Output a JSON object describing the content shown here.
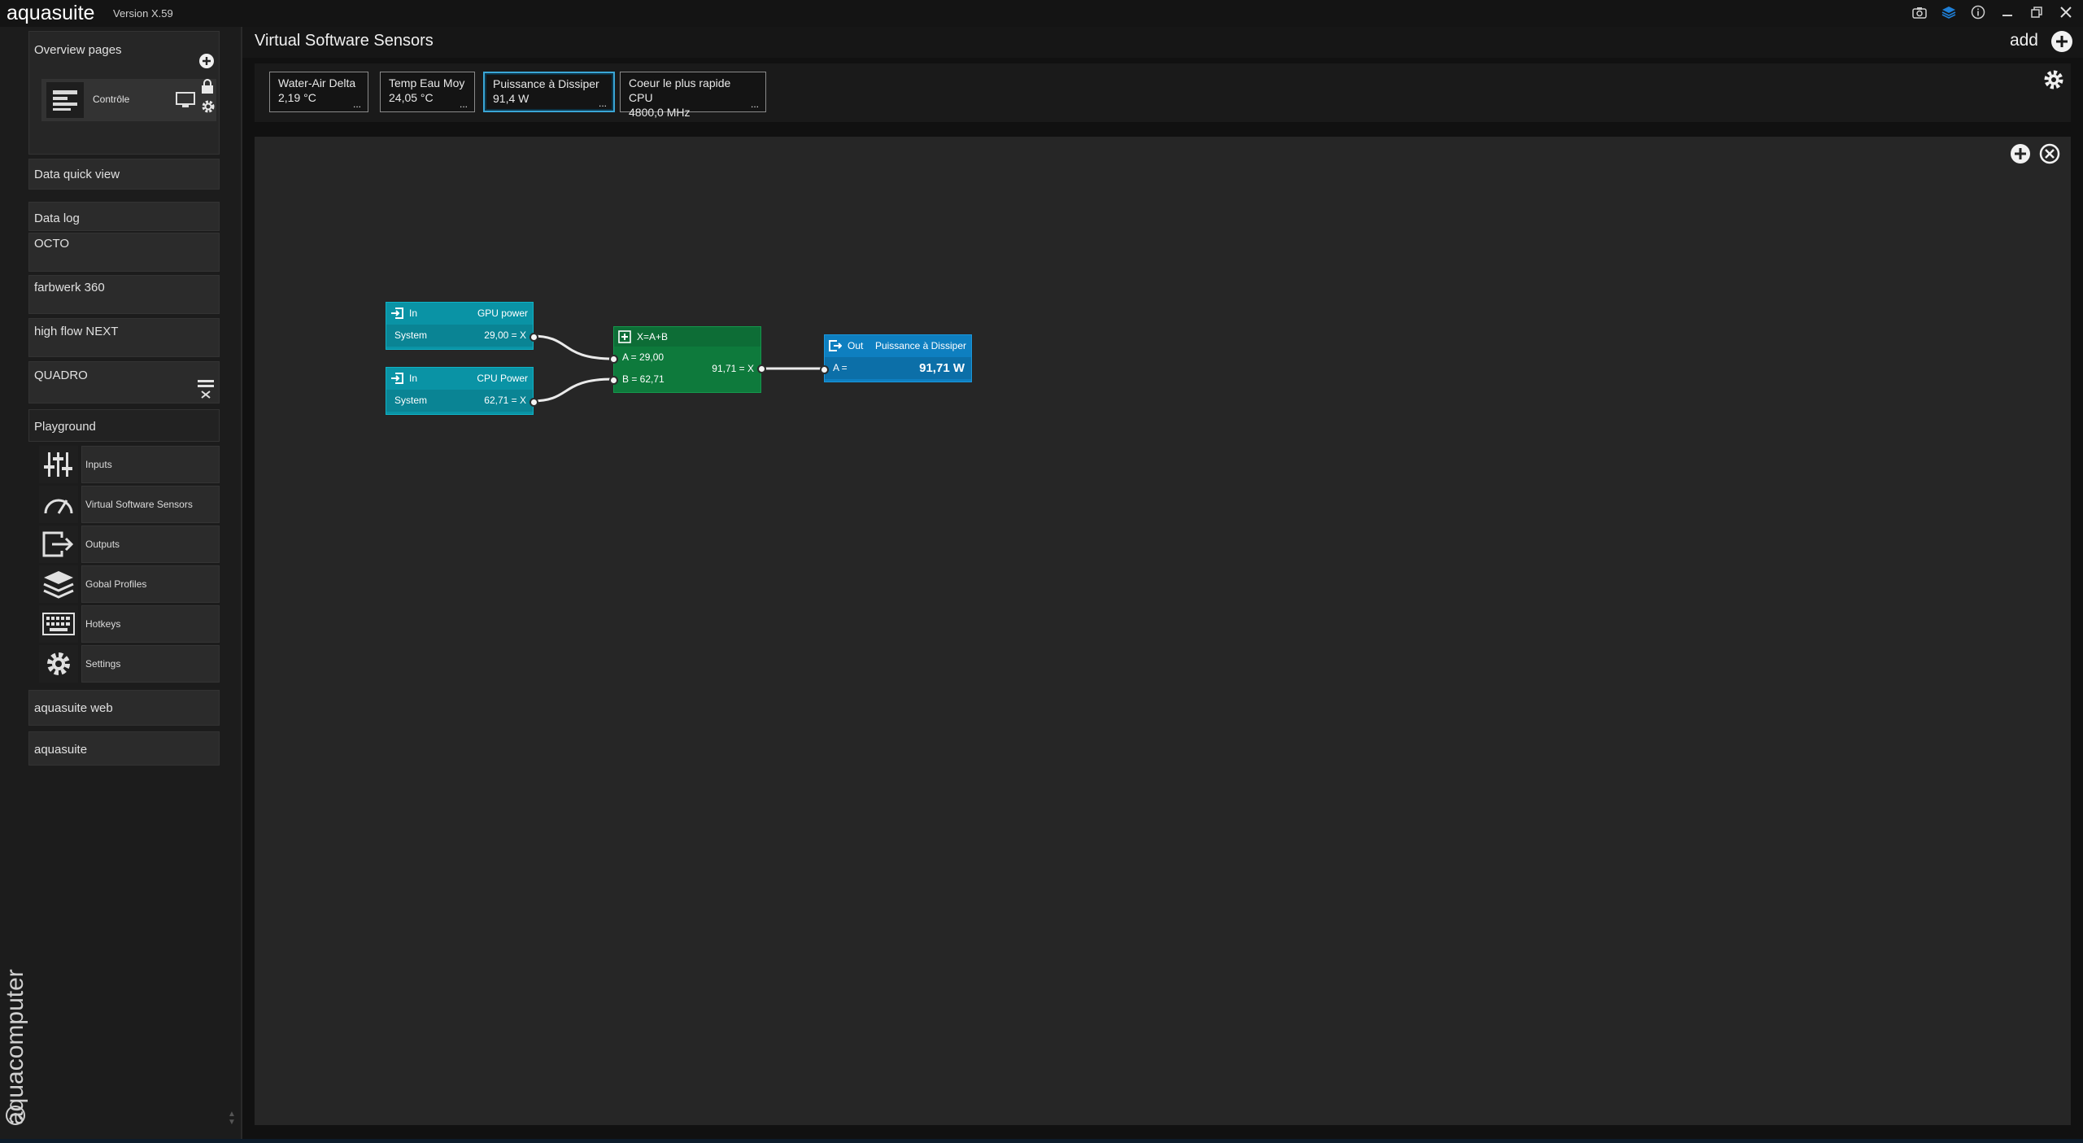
{
  "app": {
    "title": "aquasuite",
    "version": "Version X.59",
    "vertical_brand": "aquacomputer"
  },
  "titlebar_icons": [
    "camera-icon",
    "layers-icon",
    "info-icon",
    "minimize-icon",
    "restore-icon",
    "close-icon"
  ],
  "sidebar": {
    "overview": {
      "label": "Overview pages",
      "sub_label": "Contrôle"
    },
    "items": [
      {
        "label": "Data quick view"
      },
      {
        "label": "Data log"
      },
      {
        "label": "OCTO"
      },
      {
        "label": "farbwerk 360"
      },
      {
        "label": "high flow NEXT"
      },
      {
        "label": "QUADRO"
      },
      {
        "label": "Playground"
      }
    ],
    "playground_items": [
      {
        "label": "Inputs",
        "icon": "sliders-icon"
      },
      {
        "label": "Virtual Software Sensors",
        "icon": "gauge-icon"
      },
      {
        "label": "Outputs",
        "icon": "output-icon"
      },
      {
        "label": "Gobal Profiles",
        "icon": "layers-icon"
      },
      {
        "label": "Hotkeys",
        "icon": "keyboard-icon"
      },
      {
        "label": "Settings",
        "icon": "gear-icon"
      }
    ],
    "bottom_items": [
      {
        "label": "aquasuite web"
      },
      {
        "label": "aquasuite"
      }
    ]
  },
  "main": {
    "title": "Virtual Software Sensors",
    "add_label": "add",
    "sensors": [
      {
        "name": "Water-Air Delta",
        "value": "2,19 °C",
        "more": "..."
      },
      {
        "name": "Temp Eau Moy",
        "value": "24,05 °C",
        "more": "..."
      },
      {
        "name": "Puissance à Dissiper",
        "value": "91,4 W",
        "more": "...",
        "selected": true
      },
      {
        "name": "Coeur le plus rapide CPU",
        "value": "4800,0 MHz",
        "more": "..."
      }
    ]
  },
  "graph": {
    "input_nodes": [
      {
        "kind": "In",
        "name": "GPU power",
        "source": "System",
        "value": "29,00 = X"
      },
      {
        "kind": "In",
        "name": "CPU Power",
        "source": "System",
        "value": "62,71 = X"
      }
    ],
    "op_node": {
      "title": "X=A+B",
      "a": "A = 29,00",
      "b": "B = 62,71",
      "result": "91,71 = X"
    },
    "output_node": {
      "kind": "Out",
      "name": "Puissance à Dissiper",
      "input": "A =",
      "value": "91,71 W"
    }
  },
  "colors": {
    "input_node": "#0a93a5",
    "op_node": "#0e7a3c",
    "output_node": "#0e7fc0",
    "selected_border": "#3aa6d6"
  }
}
